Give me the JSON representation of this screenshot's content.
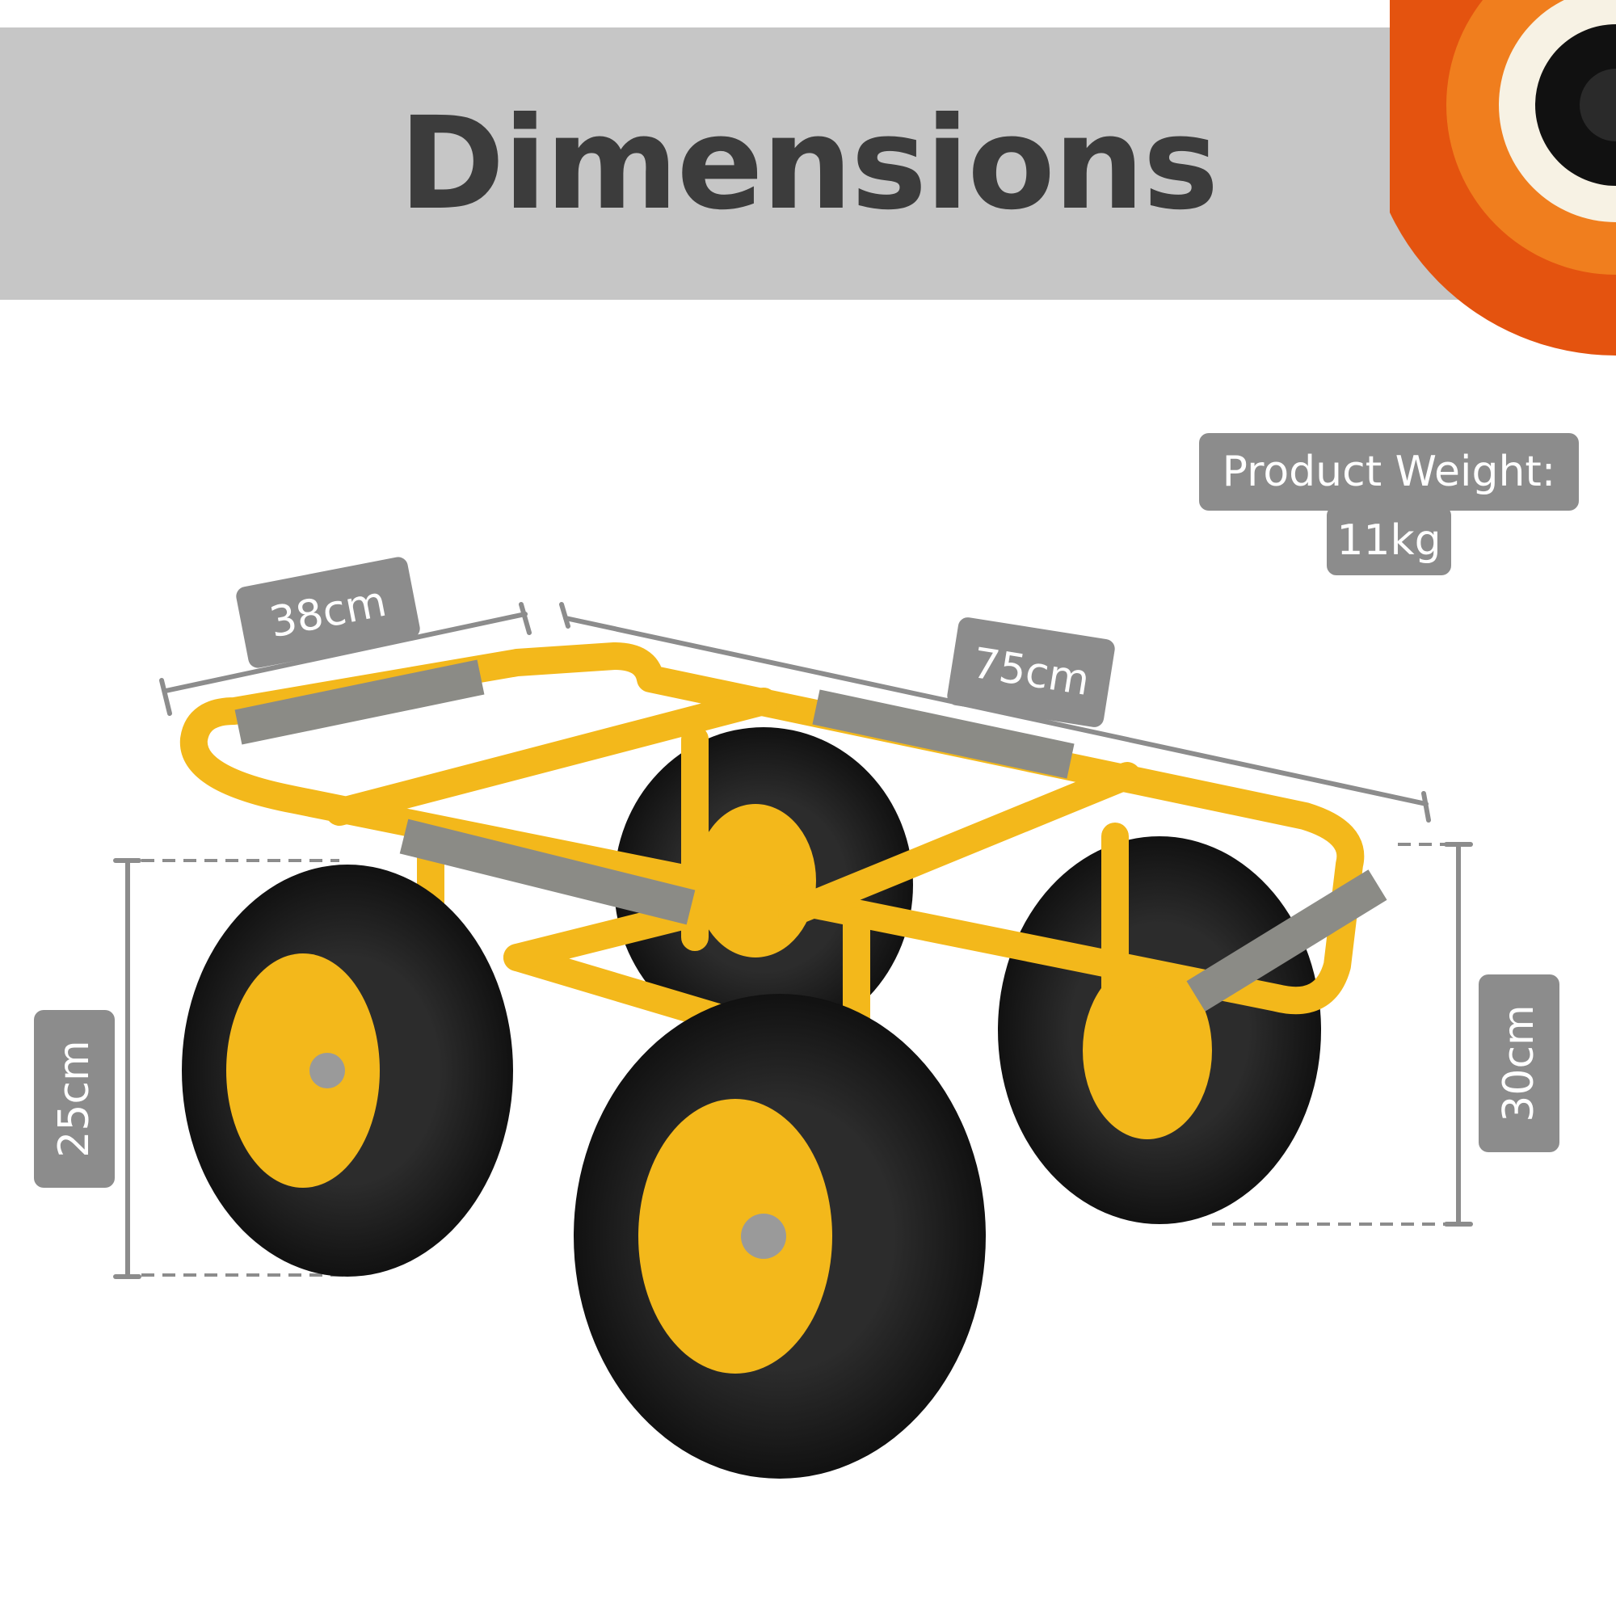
{
  "header": {
    "title": "Dimensions"
  },
  "weight": {
    "line1": "Product Weight:",
    "line2": "11kg"
  },
  "dimensions": {
    "width": "38cm",
    "length": "75cm",
    "deck_height": "25cm",
    "overall_height": "30cm"
  },
  "colors": {
    "banner": "#c6c6c6",
    "title_text": "#3c3c3c",
    "label_bg": "#8c8c8c",
    "frame_yellow": "#f3b81b",
    "tyre_black": "#1b1b1b",
    "logo_red": "#e4530f",
    "logo_orange": "#f07e1e"
  },
  "icons": [
    "target-logo-icon"
  ]
}
